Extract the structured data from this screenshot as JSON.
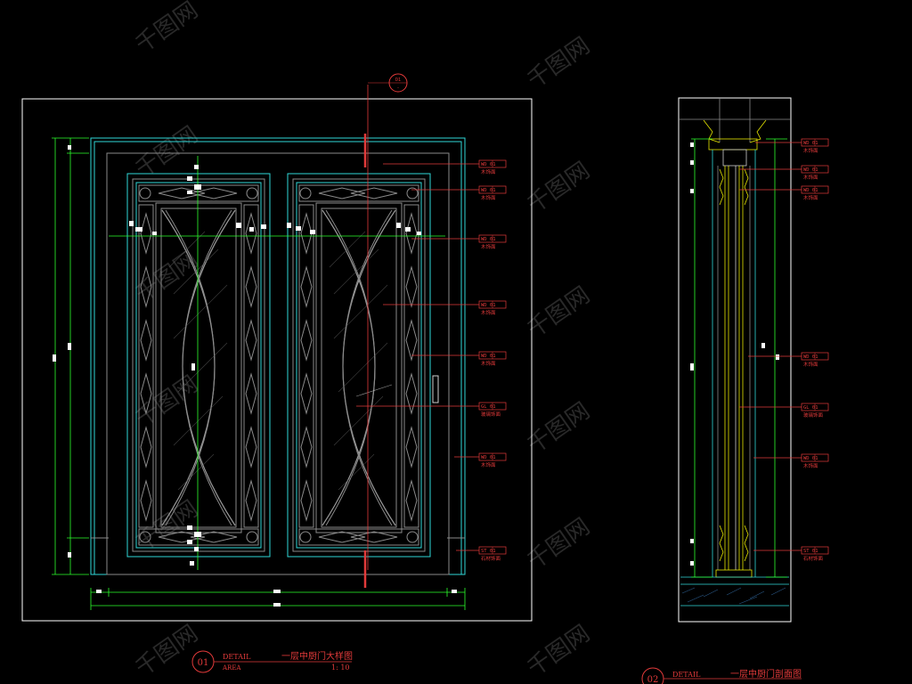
{
  "colors": {
    "background": "#000000",
    "frame": "#ffffff",
    "cyan": "#2fd8d8",
    "green": "#2cff2c",
    "red": "#e23a3a",
    "gray": "#8a8a8a",
    "yellow": "#e8e800",
    "watermark": "#3a3a3a"
  },
  "section_marker": {
    "top": "D1",
    "bottom": "-"
  },
  "elevation_tags": [
    {
      "code": "WD 01",
      "text": "木饰面"
    },
    {
      "code": "WD 01",
      "text": "木饰面"
    },
    {
      "code": "WD 01",
      "text": "木饰面"
    },
    {
      "code": "WD 01",
      "text": "木饰面"
    },
    {
      "code": "WD 01",
      "text": "木饰面"
    },
    {
      "code": "GL 01",
      "text": "玻璃饰面"
    },
    {
      "code": "WD 01",
      "text": "木饰面"
    },
    {
      "code": "ST 01",
      "text": "石材饰面"
    }
  ],
  "section_tags": [
    {
      "code": "WD 01",
      "text": "木饰面"
    },
    {
      "code": "WD 01",
      "text": "木饰面"
    },
    {
      "code": "WD 01",
      "text": "木饰面"
    },
    {
      "code": "WD 01",
      "text": "木饰面"
    },
    {
      "code": "GL 01",
      "text": "玻璃饰面"
    },
    {
      "code": "WD 01",
      "text": "木饰面"
    },
    {
      "code": "ST 01",
      "text": "石材饰面"
    }
  ],
  "detail_01": {
    "number": "01",
    "label_top": "DETAIL",
    "label_bottom": "AREA",
    "title": "一层中厨门大样图",
    "scale": "1: 10"
  },
  "detail_02": {
    "number": "02",
    "label_top": "DETAIL",
    "title": "一层中厨门剖面图"
  },
  "watermark_text": "千图网"
}
